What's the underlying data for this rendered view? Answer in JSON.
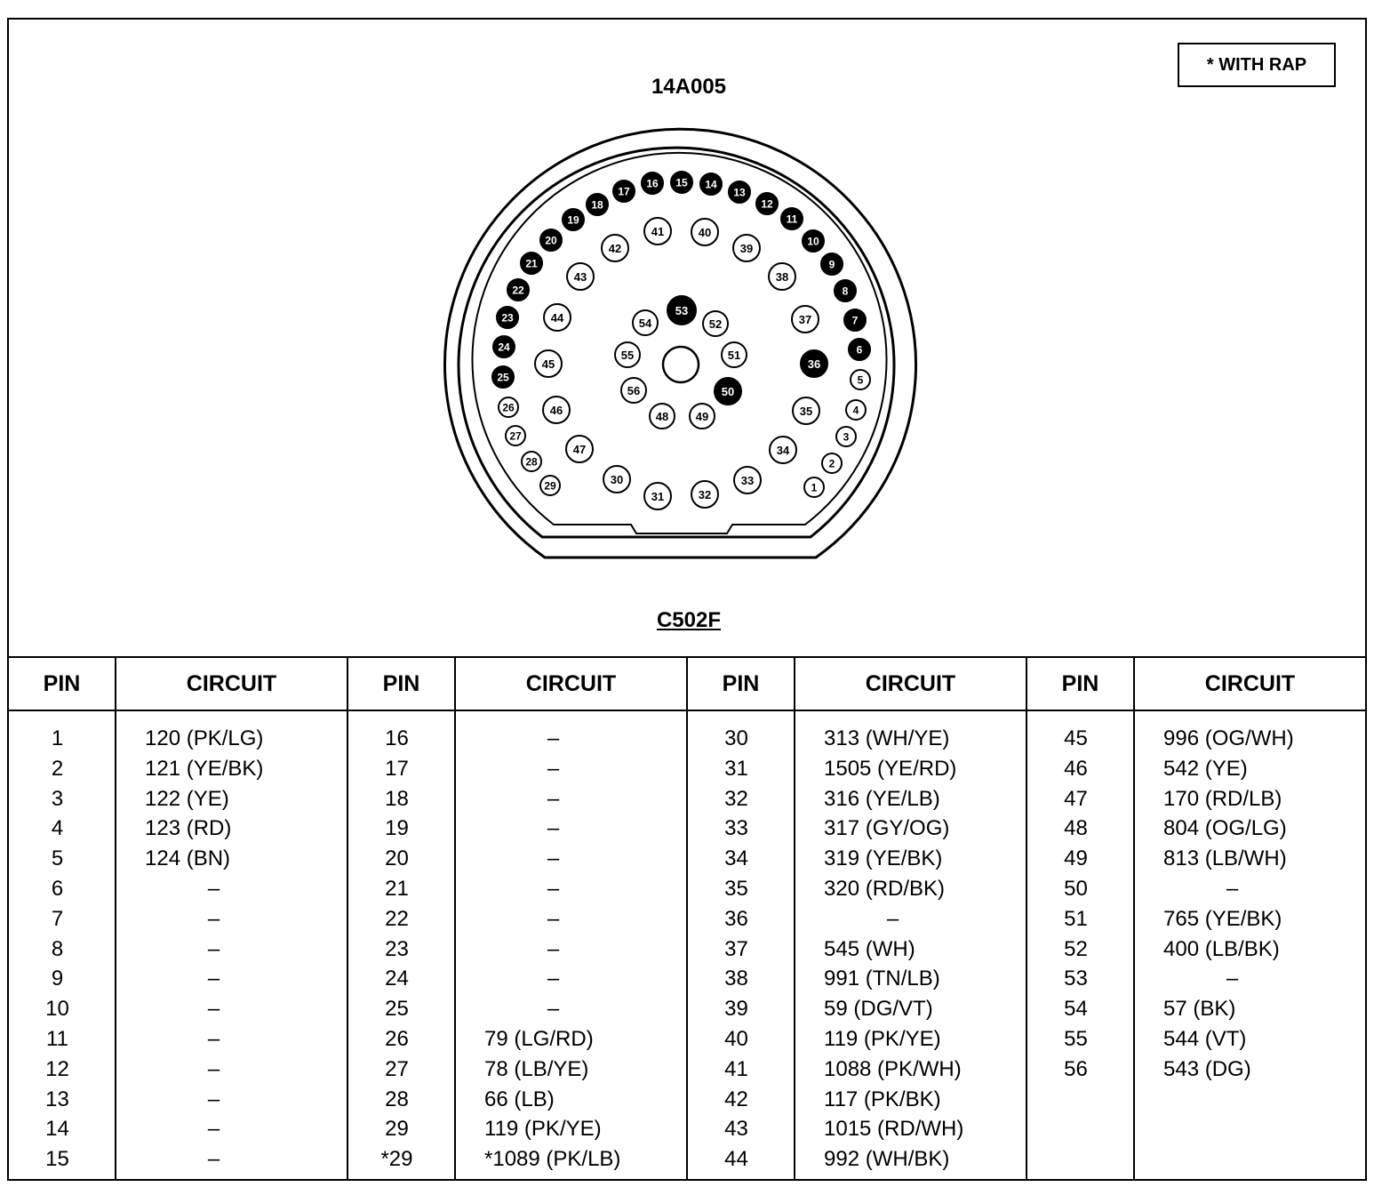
{
  "diagram": {
    "title": "14A005",
    "legend": "*  WITH RAP",
    "connector_label": "C502F"
  },
  "connector": {
    "pins": [
      {
        "label": "1",
        "filled": false
      },
      {
        "label": "2",
        "filled": false
      },
      {
        "label": "3",
        "filled": false
      },
      {
        "label": "4",
        "filled": false
      },
      {
        "label": "5",
        "filled": false
      },
      {
        "label": "6",
        "filled": true
      },
      {
        "label": "7",
        "filled": true
      },
      {
        "label": "8",
        "filled": true
      },
      {
        "label": "9",
        "filled": true
      },
      {
        "label": "10",
        "filled": true
      },
      {
        "label": "11",
        "filled": true
      },
      {
        "label": "12",
        "filled": true
      },
      {
        "label": "13",
        "filled": true
      },
      {
        "label": "14",
        "filled": true
      },
      {
        "label": "15",
        "filled": true
      },
      {
        "label": "16",
        "filled": true
      },
      {
        "label": "17",
        "filled": true
      },
      {
        "label": "18",
        "filled": true
      },
      {
        "label": "19",
        "filled": true
      },
      {
        "label": "20",
        "filled": true
      },
      {
        "label": "21",
        "filled": true
      },
      {
        "label": "22",
        "filled": true
      },
      {
        "label": "23",
        "filled": true
      },
      {
        "label": "24",
        "filled": true
      },
      {
        "label": "25",
        "filled": true
      },
      {
        "label": "26",
        "filled": false
      },
      {
        "label": "27",
        "filled": false
      },
      {
        "label": "28",
        "filled": false
      },
      {
        "label": "29",
        "filled": false
      },
      {
        "label": "30",
        "filled": false
      },
      {
        "label": "31",
        "filled": false
      },
      {
        "label": "32",
        "filled": false
      },
      {
        "label": "33",
        "filled": false
      },
      {
        "label": "34",
        "filled": false
      },
      {
        "label": "35",
        "filled": false
      },
      {
        "label": "36",
        "filled": true
      },
      {
        "label": "37",
        "filled": false
      },
      {
        "label": "38",
        "filled": false
      },
      {
        "label": "39",
        "filled": false
      },
      {
        "label": "40",
        "filled": false
      },
      {
        "label": "41",
        "filled": false
      },
      {
        "label": "42",
        "filled": false
      },
      {
        "label": "43",
        "filled": false
      },
      {
        "label": "44",
        "filled": false
      },
      {
        "label": "45",
        "filled": false
      },
      {
        "label": "46",
        "filled": false
      },
      {
        "label": "47",
        "filled": false
      },
      {
        "label": "48",
        "filled": false
      },
      {
        "label": "49",
        "filled": false
      },
      {
        "label": "50",
        "filled": true
      },
      {
        "label": "51",
        "filled": false
      },
      {
        "label": "52",
        "filled": false
      },
      {
        "label": "53",
        "filled": true
      },
      {
        "label": "54",
        "filled": false
      },
      {
        "label": "55",
        "filled": false
      },
      {
        "label": "56",
        "filled": false
      }
    ]
  },
  "table": {
    "headers": {
      "pin": "PIN",
      "circuit": "CIRCUIT"
    },
    "groups": [
      {
        "pins": [
          "1",
          "2",
          "3",
          "4",
          "5",
          "6",
          "7",
          "8",
          "9",
          "10",
          "11",
          "12",
          "13",
          "14",
          "15"
        ],
        "circuits": [
          "120 (PK/LG)",
          "121 (YE/BK)",
          "122 (YE)",
          "123  (RD)",
          "124 (BN)",
          "–",
          "–",
          "–",
          "–",
          "–",
          "–",
          "–",
          "–",
          "–",
          "–"
        ]
      },
      {
        "pins": [
          "16",
          "17",
          "18",
          "19",
          "20",
          "21",
          "22",
          "23",
          "24",
          "25",
          "26",
          "27",
          "28",
          "29",
          "*29"
        ],
        "circuits": [
          "–",
          "–",
          "–",
          "–",
          "–",
          "–",
          "–",
          "–",
          "–",
          "–",
          "79 (LG/RD)",
          "78 (LB/YE)",
          "66 (LB)",
          "119 (PK/YE)",
          "*1089 (PK/LB)"
        ]
      },
      {
        "pins": [
          "30",
          "31",
          "32",
          "33",
          "34",
          "35",
          "36",
          "37",
          "38",
          "39",
          "40",
          "41",
          "42",
          "43",
          "44"
        ],
        "circuits": [
          "313 (WH/YE)",
          "1505 (YE/RD)",
          "316 (YE/LB)",
          "317 (GY/OG)",
          "319 (YE/BK)",
          "320 (RD/BK)",
          "–",
          "545 (WH)",
          "991 (TN/LB)",
          "59 (DG/VT)",
          "119 (PK/YE)",
          "1088 (PK/WH)",
          "117 (PK/BK)",
          "1015 (RD/WH)",
          "992 (WH/BK)"
        ]
      },
      {
        "pins": [
          "45",
          "46",
          "47",
          "48",
          "49",
          "50",
          "51",
          "52",
          "53",
          "54",
          "55",
          "56"
        ],
        "circuits": [
          "996 (OG/WH)",
          "542 (YE)",
          "170 (RD/LB)",
          "804 (OG/LG)",
          "813 (LB/WH)",
          "–",
          "765 (YE/BK)",
          "400 (LB/BK)",
          "–",
          "57 (BK)",
          "544 (VT)",
          "543 (DG)"
        ]
      }
    ]
  }
}
